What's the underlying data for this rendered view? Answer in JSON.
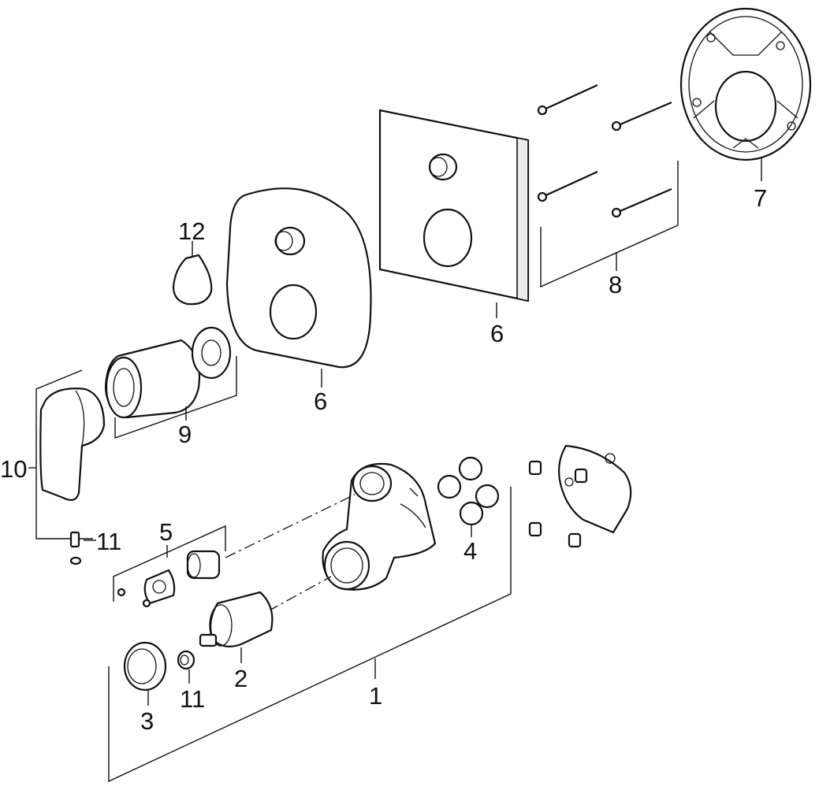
{
  "diagram": {
    "callouts": [
      {
        "id": "1",
        "text": "1"
      },
      {
        "id": "2",
        "text": "2"
      },
      {
        "id": "3",
        "text": "3"
      },
      {
        "id": "4",
        "text": "4"
      },
      {
        "id": "5",
        "text": "5"
      },
      {
        "id": "6a",
        "text": "6"
      },
      {
        "id": "6b",
        "text": "6"
      },
      {
        "id": "7",
        "text": "7"
      },
      {
        "id": "8",
        "text": "8"
      },
      {
        "id": "9",
        "text": "9"
      },
      {
        "id": "10",
        "text": "10"
      },
      {
        "id": "11a",
        "text": "11"
      },
      {
        "id": "11b",
        "text": "11"
      },
      {
        "id": "12",
        "text": "12"
      }
    ],
    "line_color": "#111111",
    "background": "#ffffff"
  }
}
